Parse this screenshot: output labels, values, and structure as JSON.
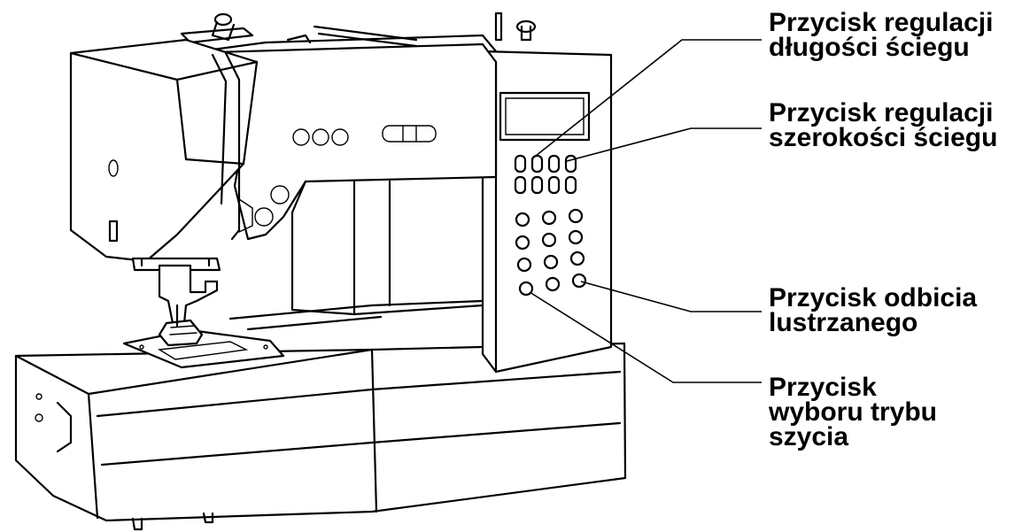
{
  "colors": {
    "background": "#ffffff",
    "ink": "#000000"
  },
  "labels": {
    "stitch_length_button": [
      "Przycisk regulacji",
      "długości ściegu"
    ],
    "stitch_width_button": [
      "Przycisk regulacji",
      "szerokości ściegu"
    ],
    "mirror_button": [
      "Przycisk odbicia",
      "lustrzanego"
    ],
    "sewing_mode_button": [
      "Przycisk",
      "wyboru trybu",
      "szycia"
    ]
  }
}
